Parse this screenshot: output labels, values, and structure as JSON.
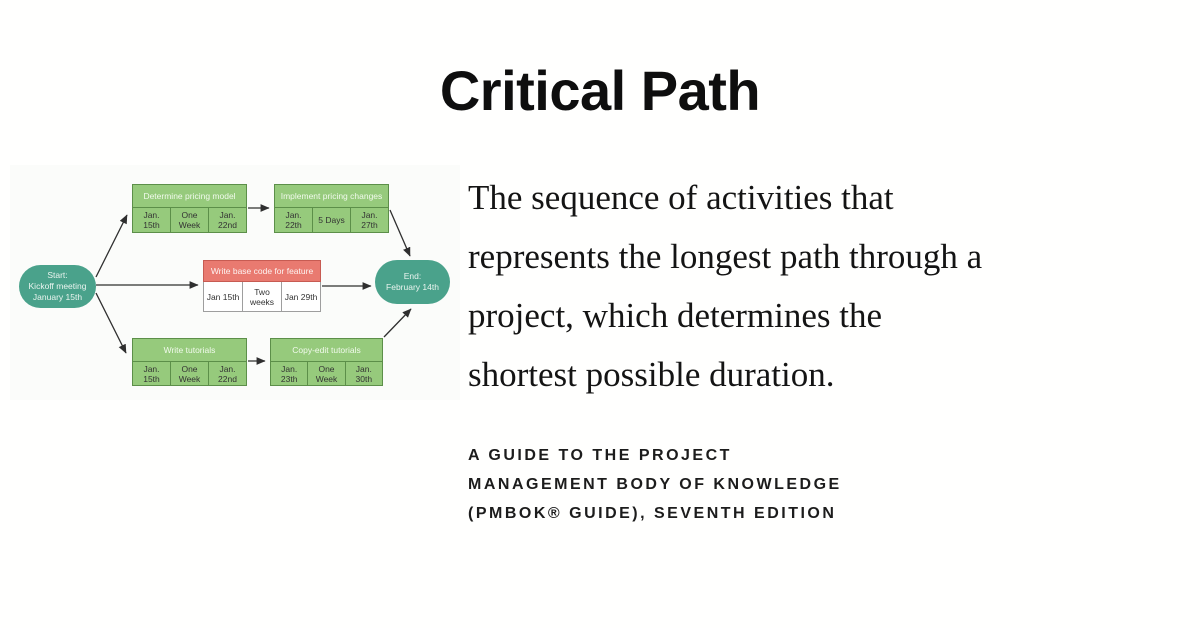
{
  "page": {
    "title": "Critical Path",
    "background_color": "#FFFFFE"
  },
  "definition": {
    "full_text": "The sequence of activities that represents the longest path through a project, which determines the shortest possible duration.",
    "lines": [
      "The sequence of activities that",
      "represents the longest path through a",
      "project, which determines the",
      "shortest possible duration."
    ]
  },
  "citation": {
    "full_text": "A GUIDE TO THE PROJECT MANAGEMENT BODY OF KNOWLEDGE (PMBOK® GUIDE), SEVENTH EDITION",
    "lines": [
      "A GUIDE TO THE PROJECT",
      "MANAGEMENT BODY OF KNOWLEDGE",
      "(PMBOK® GUIDE), SEVENTH EDITION"
    ]
  },
  "diagram": {
    "start_node": {
      "lines": [
        "Start:",
        "Kickoff meeting",
        "January 15th"
      ]
    },
    "end_node": {
      "lines": [
        "End:",
        "February 14th"
      ]
    },
    "tasks": [
      {
        "id": "determine-pricing-model",
        "title": "Determine pricing model",
        "start": "Jan. 15th",
        "duration": "One Week",
        "end": "Jan. 22nd",
        "style": "green"
      },
      {
        "id": "implement-pricing-changes",
        "title": "Implement pricing changes",
        "start": "Jan. 22th",
        "duration": "5 Days",
        "end": "Jan. 27th",
        "style": "green"
      },
      {
        "id": "write-base-code-for-feature",
        "title": "Write base code for feature",
        "start": "Jan 15th",
        "duration": "Two weeks",
        "end": "Jan 29th",
        "style": "critical-red-header"
      },
      {
        "id": "write-tutorials",
        "title": "Write tutorials",
        "start": "Jan. 15th",
        "duration": "One Week",
        "end": "Jan. 22nd",
        "style": "green"
      },
      {
        "id": "copy-edit-tutorials",
        "title": "Copy-edit tutorials",
        "start": "Jan. 23th",
        "duration": "One Week",
        "end": "Jan. 30th",
        "style": "green"
      }
    ],
    "edges": [
      {
        "from": "start",
        "to": "determine-pricing-model"
      },
      {
        "from": "start",
        "to": "write-base-code-for-feature"
      },
      {
        "from": "start",
        "to": "write-tutorials"
      },
      {
        "from": "determine-pricing-model",
        "to": "implement-pricing-changes"
      },
      {
        "from": "write-tutorials",
        "to": "copy-edit-tutorials"
      },
      {
        "from": "implement-pricing-changes",
        "to": "end"
      },
      {
        "from": "write-base-code-for-feature",
        "to": "end"
      },
      {
        "from": "copy-edit-tutorials",
        "to": "end"
      }
    ],
    "colors": {
      "task_green_fill": "#96CA7C",
      "task_green_border": "#5C8F49",
      "critical_header_fill": "#E97A70",
      "start_end_fill": "#4AA28B",
      "arrow": "#2F2F2F"
    }
  }
}
